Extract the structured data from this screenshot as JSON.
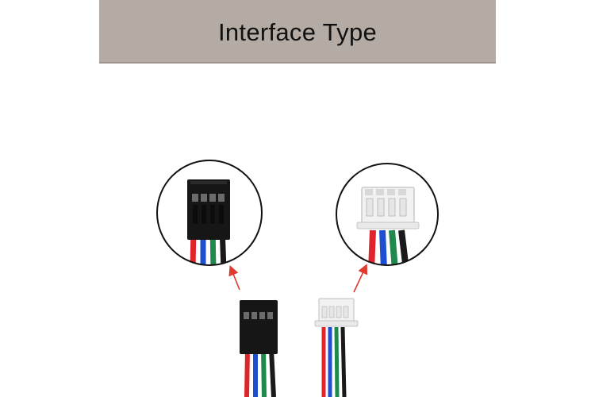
{
  "banner": {
    "title": "Interface Type"
  },
  "colors": {
    "banner_background": "#b3aba4",
    "wire_red": "#e0242b",
    "wire_blue": "#1f4fd1",
    "wire_green": "#1f8a4c",
    "wire_black": "#1a1a1a",
    "arrow": "#e03a2f",
    "dupont_housing": "#161616",
    "jst_housing": "#f2f2f2"
  },
  "figure": {
    "connectors": [
      {
        "name": "dupont-connector",
        "pins": 4,
        "housing": "black"
      },
      {
        "name": "jst-xh-connector",
        "pins": 4,
        "housing": "white"
      }
    ],
    "wire_order": [
      "red",
      "blue",
      "green",
      "black"
    ]
  }
}
